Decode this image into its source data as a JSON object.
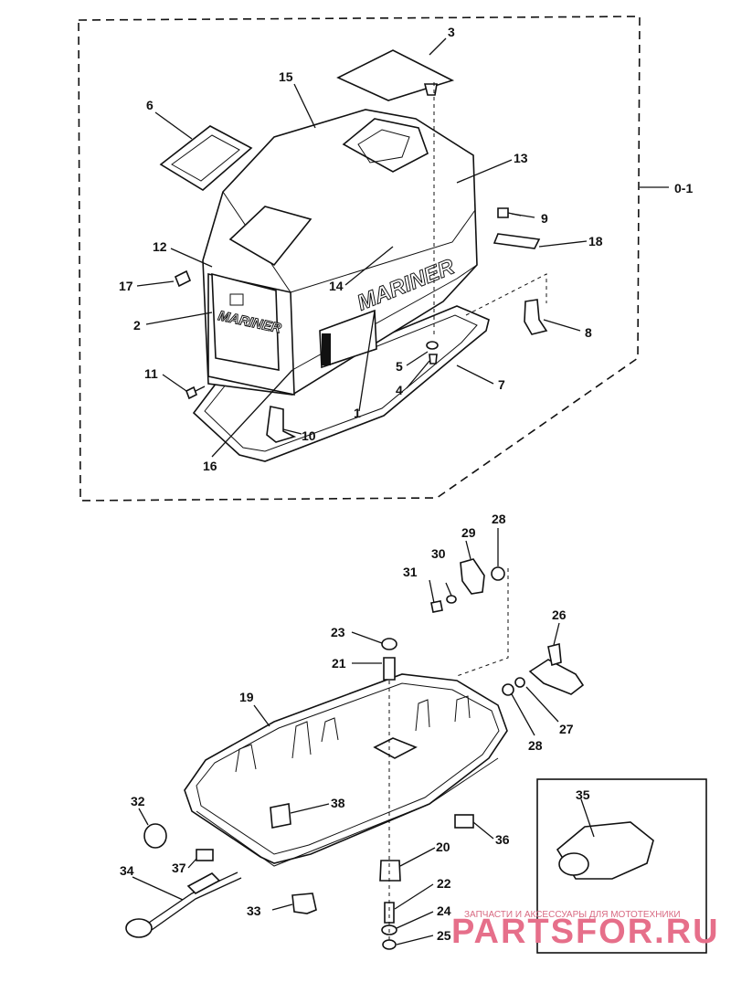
{
  "assembly_label": "0-1",
  "part_numbers": [
    "1",
    "2",
    "3",
    "4",
    "5",
    "6",
    "7",
    "8",
    "9",
    "10",
    "11",
    "12",
    "13",
    "14",
    "15",
    "16",
    "17",
    "18",
    "19",
    "20",
    "21",
    "22",
    "23",
    "24",
    "25",
    "26",
    "27",
    "28",
    "28",
    "29",
    "30",
    "31",
    "32",
    "33",
    "34",
    "35",
    "36",
    "37",
    "38"
  ],
  "decal_brand": "MARINER",
  "watermark": {
    "caption": "ЗАПЧАСТИ И АКСЕССУАРЫ ДЛЯ МОТОТЕХНИКИ",
    "site": "PARTSFOR.RU",
    "color": "#e66f8a"
  }
}
